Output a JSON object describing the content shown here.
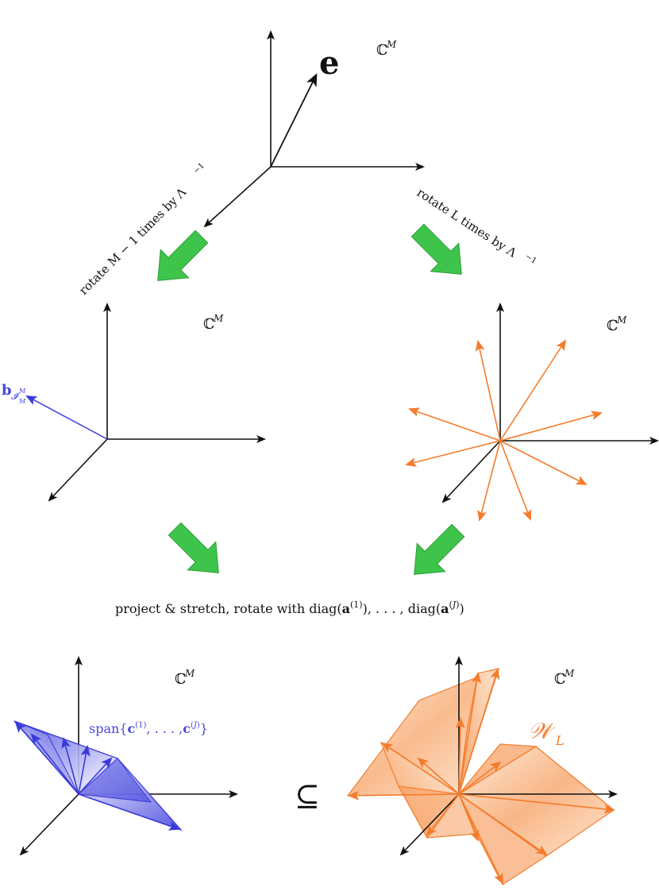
{
  "colors": {
    "black": "#111111",
    "blue": "#4646e0",
    "blue_light": "#b9b9f4",
    "orange": "#f47c2c",
    "orange_light": "#fbd3b5",
    "green": "#3fc44b",
    "green_dark": "#2e9e38"
  },
  "labels": {
    "e_vector": "e",
    "space_top": "ℂ",
    "space_mid_left": "ℂ",
    "space_mid_right": "ℂ",
    "space_bottom_left": "ℂ",
    "space_bottom_right": "ℂ",
    "space_sup": "M",
    "rotate_left": "rotate M − 1 times by Λ",
    "rotate_right": "rotate L times by Λ",
    "rotate_sup": "−1",
    "b_vector": "b",
    "b_sub": "𝓘",
    "b_subsub": "M",
    "b_subsup": "M",
    "project_caption": "project & stretch, rotate with diag(a",
    "project_caption_full": "project & stretch, rotate with diag(a(1)),. . . , diag(a(J))",
    "span_label": "span{c(1), . . . , c(J)}",
    "subset_symbol": "⊆",
    "w_label": "𝒲",
    "w_sub": "L"
  }
}
